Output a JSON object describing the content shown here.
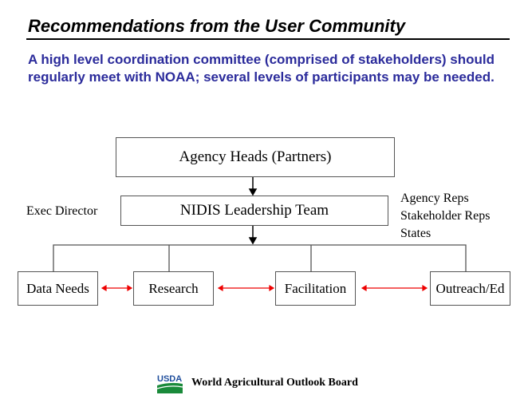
{
  "title": "Recommendations from the User Community",
  "subtitle": "A high level coordination committee (comprised of stakeholders) should regularly meet with NOAA; several levels of participants may be needed.",
  "diagram": {
    "top": "Agency Heads (Partners)",
    "middle": "NIDIS Leadership Team",
    "left_label": "Exec Director",
    "right_labels": [
      "Agency Reps",
      "Stakeholder Reps",
      "States"
    ],
    "bottom": [
      "Data Needs",
      "Research",
      "Facilitation",
      "Outreach/Ed"
    ]
  },
  "footer": {
    "logo": "USDA",
    "text": "World Agricultural Outlook Board"
  }
}
